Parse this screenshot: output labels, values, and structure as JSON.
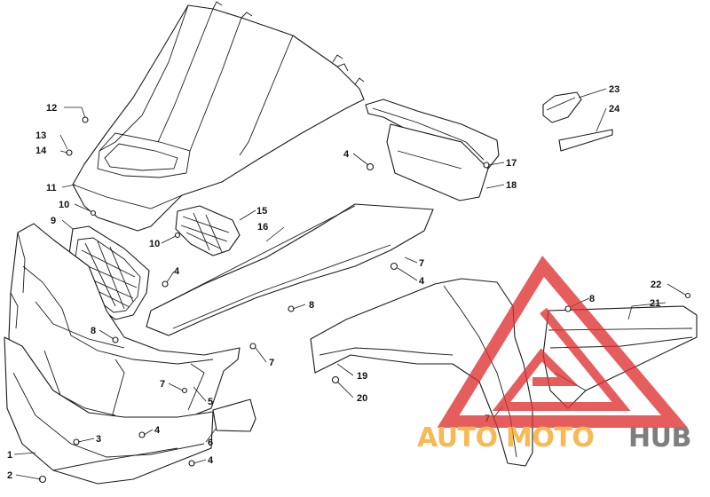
{
  "callouts": [
    {
      "id": "12",
      "label": "12"
    },
    {
      "id": "13",
      "label": "13"
    },
    {
      "id": "14",
      "label": "14"
    },
    {
      "id": "11",
      "label": "11"
    },
    {
      "id": "10a",
      "label": "10"
    },
    {
      "id": "9",
      "label": "9"
    },
    {
      "id": "10b",
      "label": "10"
    },
    {
      "id": "15",
      "label": "15"
    },
    {
      "id": "16",
      "label": "16"
    },
    {
      "id": "4a",
      "label": "4"
    },
    {
      "id": "17",
      "label": "17"
    },
    {
      "id": "18",
      "label": "18"
    },
    {
      "id": "23",
      "label": "23"
    },
    {
      "id": "24",
      "label": "24"
    },
    {
      "id": "7a",
      "label": "7"
    },
    {
      "id": "4b",
      "label": "4"
    },
    {
      "id": "4c",
      "label": "4"
    },
    {
      "id": "8a",
      "label": "8"
    },
    {
      "id": "8b",
      "label": "8"
    },
    {
      "id": "22",
      "label": "22"
    },
    {
      "id": "21",
      "label": "21"
    },
    {
      "id": "8c",
      "label": "8"
    },
    {
      "id": "7b",
      "label": "7"
    },
    {
      "id": "7c",
      "label": "7"
    },
    {
      "id": "19",
      "label": "19"
    },
    {
      "id": "20",
      "label": "20"
    },
    {
      "id": "5",
      "label": "5"
    },
    {
      "id": "6",
      "label": "6"
    },
    {
      "id": "3",
      "label": "3"
    },
    {
      "id": "4d",
      "label": "4"
    },
    {
      "id": "4e",
      "label": "4"
    },
    {
      "id": "1",
      "label": "1"
    },
    {
      "id": "2",
      "label": "2"
    },
    {
      "id": "7d",
      "label": "7"
    }
  ],
  "watermark": {
    "part1": "AUTO",
    "part2": "MOTO",
    "part3": "HUB",
    "color_orange": "#f5a623",
    "color_red": "#e03030",
    "color_gray": "#5a5a5a"
  }
}
